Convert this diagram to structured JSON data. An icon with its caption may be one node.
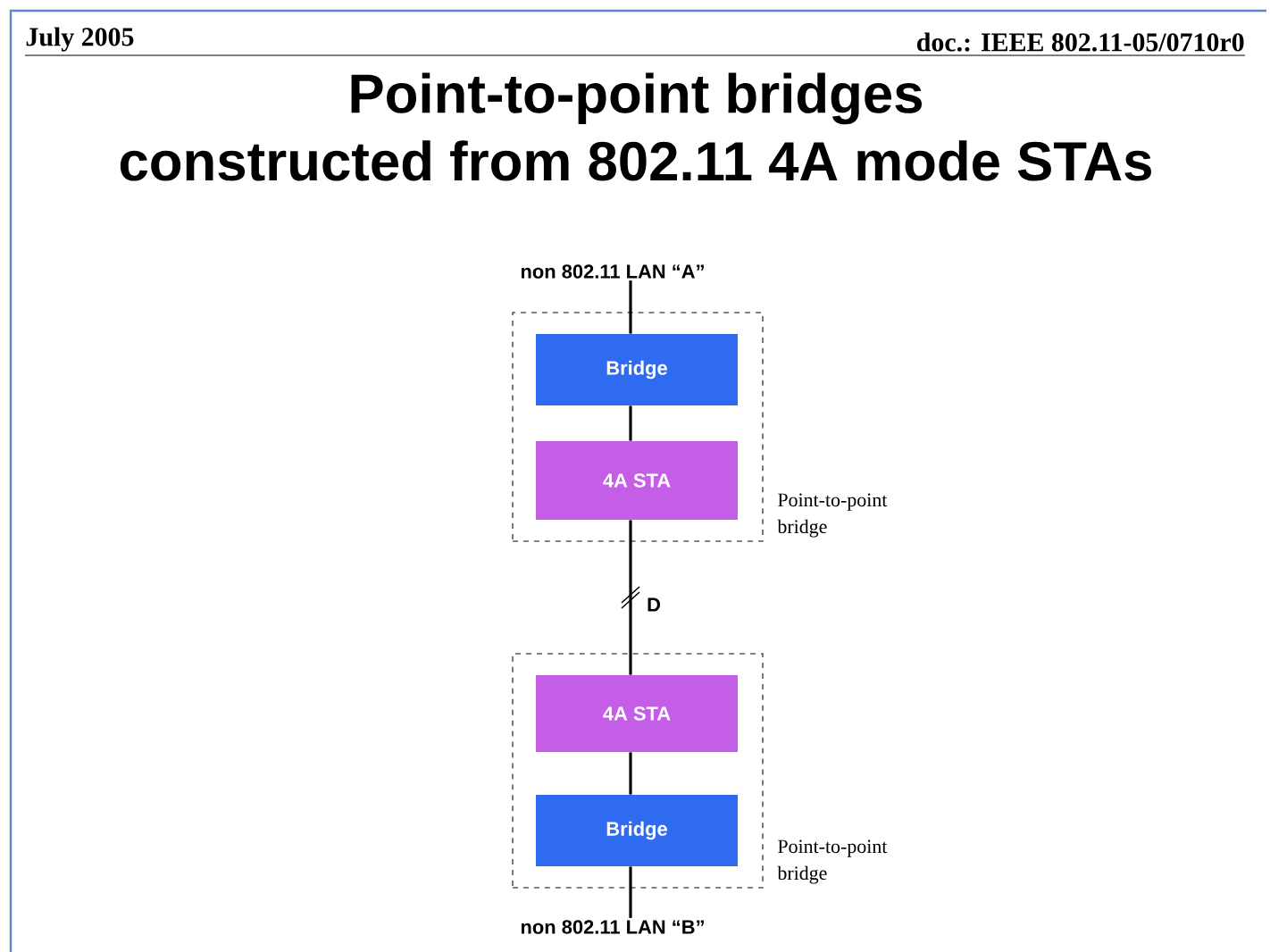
{
  "diagram": {
    "title": "Point-to-point bridges constructed from 802.11 4A mode STAs",
    "nodes": [
      {
        "text": [
          "non 802.11 LAN “A”"
        ]
      },
      {
        "text": [
          "Point-to-point bridge"
        ]
      },
      {
        "text": [
          "Bridge"
        ],
        "in": 1
      },
      {
        "text": [
          "4A STA"
        ],
        "in": 1
      },
      {
        "text": [
          "Point-to-point bridge"
        ]
      },
      {
        "text": [
          "4A STA"
        ],
        "in": 4
      },
      {
        "text": [
          "Bridge"
        ],
        "in": 4
      },
      {
        "text": [
          "non 802.11 LAN “B”"
        ]
      }
    ],
    "edges": [
      {
        "from": 0,
        "to": 2,
        "arrow": "none"
      },
      {
        "from": 2,
        "to": 3,
        "arrow": "none"
      },
      {
        "from": 3,
        "to": 5,
        "arrow": "none",
        "label": "D"
      },
      {
        "from": 5,
        "to": 6,
        "arrow": "none"
      },
      {
        "from": 6,
        "to": 7,
        "arrow": "none"
      }
    ],
    "labels": [
      "July 2005",
      "doc.: IEEE 802.11-05/0710r0"
    ]
  }
}
